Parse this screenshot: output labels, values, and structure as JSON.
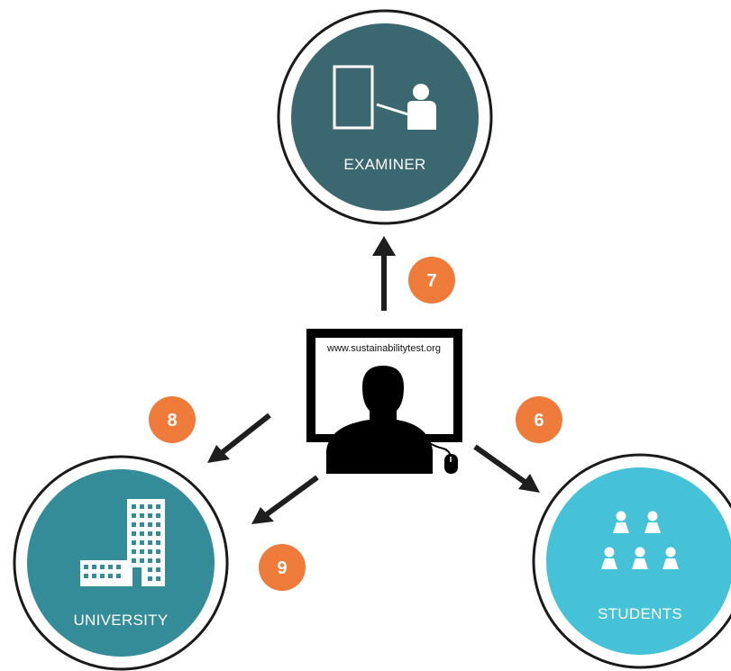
{
  "colors": {
    "examiner_fill": "#3b6771",
    "university_fill": "#358c99",
    "students_fill": "#45c2d7",
    "ring": "#1a1a1a",
    "badge": "#ef7b3b",
    "arrow": "#1e1e1e",
    "monitor": "#000000"
  },
  "nodes": {
    "examiner": {
      "label": "EXAMINER",
      "icon": "teacher-board-icon"
    },
    "university": {
      "label": "UNIVERSITY",
      "icon": "buildings-icon"
    },
    "students": {
      "label": "STUDENTS",
      "icon": "people-group-icon"
    }
  },
  "center": {
    "url": "www.sustainabilitytest.org",
    "icon": "computer-user-icon"
  },
  "badges": {
    "examiner": "7",
    "university_top": "8",
    "university_bottom": "9",
    "students": "6"
  }
}
